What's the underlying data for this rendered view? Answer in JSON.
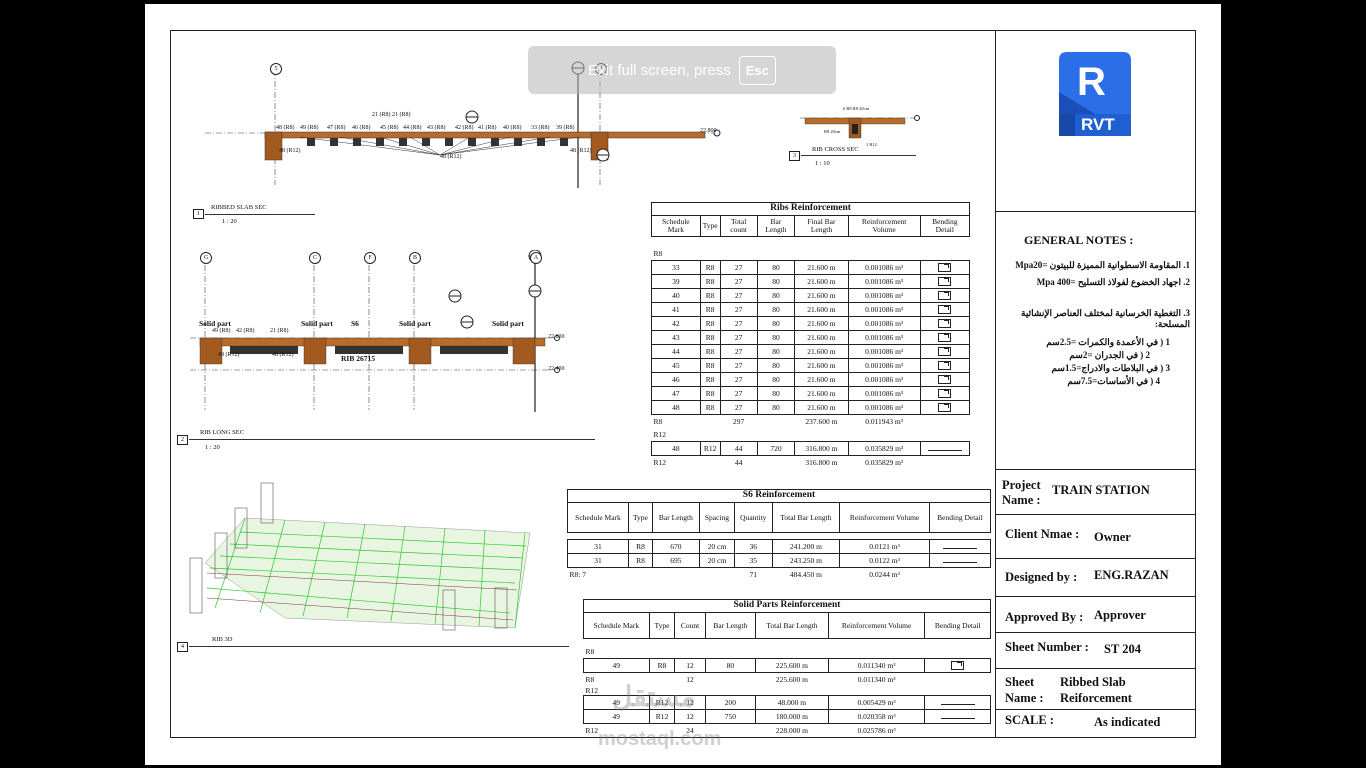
{
  "overlay": {
    "text": "Exit full screen, press",
    "key": "Esc"
  },
  "logo": {
    "letter": "R",
    "label": "RVT",
    "color": "#1f5fd1"
  },
  "views": {
    "v1": {
      "num": "1",
      "title": "RIBBED SLAB SEC",
      "scale": "1 : 20"
    },
    "v2": {
      "num": "2",
      "title": "RIB LONG SEC",
      "scale": "1 : 20"
    },
    "v3": {
      "num": "3",
      "title": "RIB CROSS SEC",
      "scale": "1 : 10"
    },
    "v4": {
      "num": "4",
      "title": "RIB 3D"
    }
  },
  "section1": {
    "grids": [
      "5",
      "4"
    ],
    "bar_labels": [
      "48 (R8)",
      "49 (R8)",
      "47 (R8)",
      "46 (R8)",
      "21 (R8)",
      "21 (R8)",
      "45 (R8)",
      "44 (R8)",
      "43 (R8)",
      "42 (R8)",
      "41 (R8)",
      "40 (R8)",
      "33 (R8)",
      "39 (R8)"
    ],
    "bottom_labels": [
      "48 (R12)",
      "48 (R12)",
      "48 (R12)"
    ],
    "level": "22.800"
  },
  "section2": {
    "grids": [
      "G",
      "C",
      "F",
      "B",
      "A"
    ],
    "labels": [
      "Solid part",
      "Solid part",
      "S6",
      "Solid part",
      "Solid part"
    ],
    "rib": "RIB 26715",
    "bar_labels": [
      "49 (R8)",
      "42 (R8)",
      "21 (R8)",
      "49 (R12)",
      "48 (R12)"
    ],
    "levels": [
      "22.800",
      "22.400"
    ]
  },
  "ribs_table": {
    "title": "Ribs Reinforcement",
    "headers": [
      "Schedule Mark",
      "Type",
      "Total count",
      "Bar Length",
      "Final Bar Length",
      "Reinforcement Volume",
      "Bending Detail"
    ],
    "group1": "R8",
    "rows": [
      [
        "33",
        "R8",
        "27",
        "80",
        "21.600 m",
        "0.001086 m³"
      ],
      [
        "39",
        "R8",
        "27",
        "80",
        "21.600 m",
        "0.001086 m³"
      ],
      [
        "40",
        "R8",
        "27",
        "80",
        "21.600 m",
        "0.001086 m³"
      ],
      [
        "41",
        "R8",
        "27",
        "80",
        "21.600 m",
        "0.001086 m³"
      ],
      [
        "42",
        "R8",
        "27",
        "80",
        "21.600 m",
        "0.001086 m³"
      ],
      [
        "43",
        "R8",
        "27",
        "80",
        "21.600 m",
        "0.001086 m³"
      ],
      [
        "44",
        "R8",
        "27",
        "80",
        "21.600 m",
        "0.001086 m³"
      ],
      [
        "45",
        "R8",
        "27",
        "80",
        "21.600 m",
        "0.001086 m³"
      ],
      [
        "46",
        "R8",
        "27",
        "80",
        "21.600 m",
        "0.001086 m³"
      ],
      [
        "47",
        "R8",
        "27",
        "80",
        "21.600 m",
        "0.001086 m³"
      ],
      [
        "48",
        "R8",
        "27",
        "80",
        "21.600 m",
        "0.001086 m³"
      ]
    ],
    "subtotal1": {
      "label": "R8",
      "count": "297",
      "length": "237.600 m",
      "volume": "0.011943 m³"
    },
    "group2": "R12",
    "rows2": [
      [
        "48",
        "R12",
        "44",
        "720",
        "316.800 m",
        "0.035829 m³"
      ]
    ],
    "subtotal2": {
      "label": "R12",
      "count": "44",
      "length": "316.800 m",
      "volume": "0.035829 m³"
    }
  },
  "s6_table": {
    "title": "S6 Reinforcement",
    "headers": [
      "Schedule Mark",
      "Type",
      "Bar Length",
      "Spacing",
      "Quantity",
      "Total Bar Length",
      "Reinforcement Volume",
      "Bending Detail"
    ],
    "rows": [
      [
        "31",
        "R8",
        "670",
        "20 cm",
        "36",
        "241.200 m",
        "0.0121 m³"
      ],
      [
        "31",
        "R8",
        "695",
        "20 cm",
        "35",
        "243.250 m",
        "0.0122 m³"
      ]
    ],
    "total": {
      "label": "R8: 7",
      "quantity": "71",
      "length": "484.450 m",
      "volume": "0.0244 m³"
    }
  },
  "solid_table": {
    "title": "Solid Parts Reinforcement",
    "headers": [
      "Schedule Mark",
      "Type",
      "Count",
      "Bar Length",
      "Total Bar Length",
      "Reinforcement Volume",
      "Bending Detail"
    ],
    "group1": "R8",
    "rows1": [
      [
        "49",
        "R8",
        "12",
        "80",
        "225.600 m",
        "0.011340 m³"
      ]
    ],
    "subtotal1": {
      "label": "R8",
      "count": "12",
      "length": "225.600 m",
      "volume": "0.011340 m³"
    },
    "group2": "R12",
    "rows2": [
      [
        "49",
        "R12",
        "12",
        "200",
        "48.000 m",
        "0.005429 m³"
      ],
      [
        "49",
        "R12",
        "12",
        "750",
        "180.000 m",
        "0.020358 m³"
      ]
    ],
    "subtotal2": {
      "label": "R12",
      "count": "24",
      "length": "228.000 m",
      "volume": "0.025786 m³"
    }
  },
  "notes": {
    "title": "GENERAL NOTES :",
    "items": [
      "1.  المقاومة الاسطوانية المميزة للبيتون =Mpa20",
      "2.  اجهاد الخضوع لفولاذ التسليح =Mpa 400",
      "3.  التغطية الخرسانية لمختلف العناصر الإنشائية المسلحة:"
    ],
    "sub": [
      "1  ( في الأعمدة والكمرات =2.5سم",
      "2  ( في الجدران =2سم",
      "3  ( في البلاطات والادراج=1.5سم",
      "4  ( في الأساسات=7.5سم"
    ]
  },
  "title_block": {
    "project_label": "Project Name :",
    "project": "TRAIN STATION",
    "client_label": "Client Nmae :",
    "client": "Owner",
    "designed_label": "Designed by :",
    "designed": "ENG.RAZAN",
    "approved_label": "Approved By :",
    "approved": "Approver",
    "sheet_num_label": "Sheet Number :",
    "sheet_num": "ST 204",
    "sheet_name_label": "Sheet Name :",
    "sheet_name": "Ribbed Slab Reiforcement",
    "scale_label": "SCALE :",
    "scale": "As indicated"
  },
  "watermark": {
    "ar": "مستقل",
    "en": "mostaql.com"
  }
}
